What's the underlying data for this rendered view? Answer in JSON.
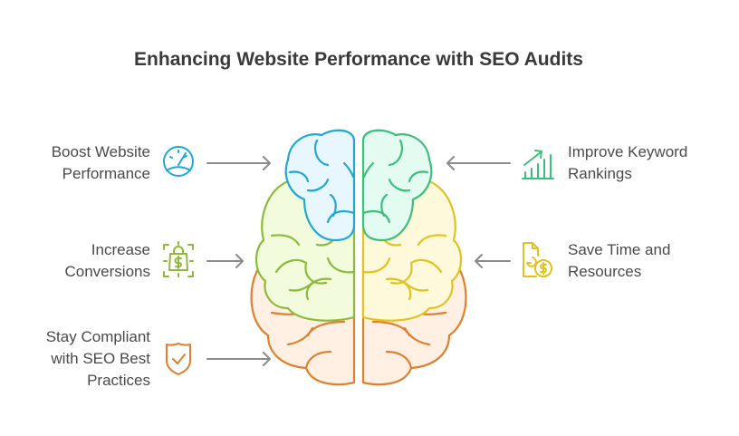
{
  "title": "Enhancing Website Performance with SEO Audits",
  "items": [
    {
      "label_lines": [
        "Boost Website",
        "Performance"
      ],
      "icon": "speedometer-icon",
      "color": "#1fa7d6"
    },
    {
      "label_lines": [
        "Increase",
        "Conversions"
      ],
      "icon": "shopping-bag-dollar-icon",
      "color": "#8dba3c"
    },
    {
      "label_lines": [
        "Stay Compliant",
        "with SEO Best",
        "Practices"
      ],
      "icon": "shield-check-icon",
      "color": "#e07f2e"
    },
    {
      "label_lines": [
        "Improve Keyword",
        "Rankings"
      ],
      "icon": "chart-growth-icon",
      "color": "#3cbf7c"
    },
    {
      "label_lines": [
        "Save Time and",
        "Resources"
      ],
      "icon": "document-clock-dollar-icon",
      "color": "#e2c21c"
    }
  ]
}
